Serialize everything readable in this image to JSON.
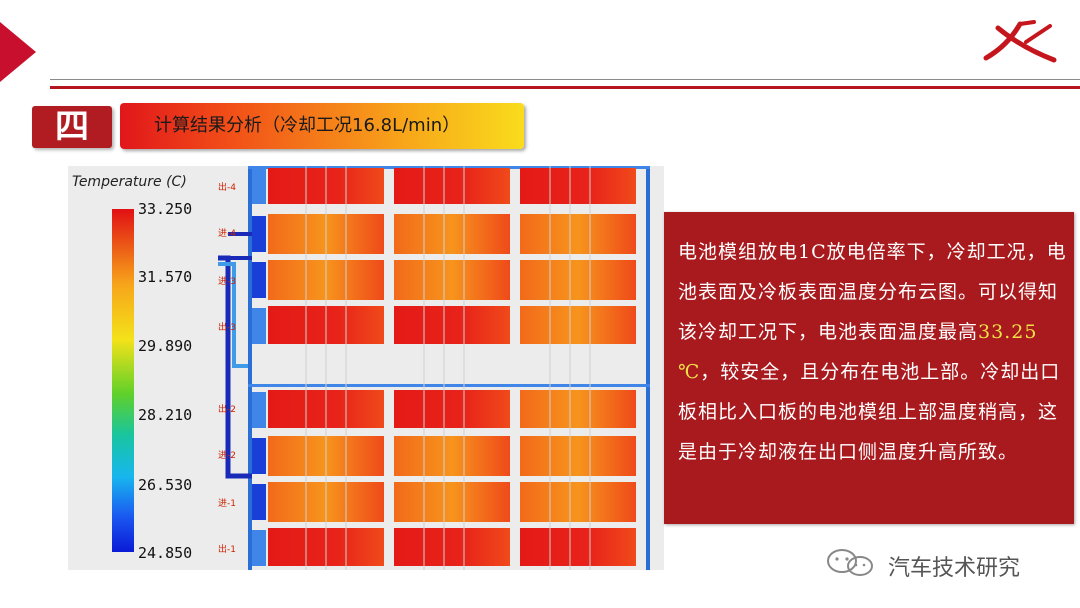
{
  "header": {
    "section_number": "四",
    "title": "计算结果分析（冷却工况16.8L/min）"
  },
  "legend": {
    "title": "Temperature (C)",
    "ticks": [
      "33.250",
      "31.570",
      "29.890",
      "28.210",
      "26.530",
      "24.850"
    ]
  },
  "contour": {
    "side_labels": [
      "出-4",
      "进-4",
      "进-3",
      "出-3",
      "出-2",
      "进-2",
      "进-1",
      "出-1"
    ]
  },
  "note": {
    "text_before": "电池模组放电1C放电倍率下，冷却工况，电池表面及冷板表面温度分布云图。可以得知该冷却工况下，电池表面温度最高",
    "highlight": "33.25 ℃",
    "text_after": "，较安全，且分布在电池上部。冷却出口板相比入口板的电池模组上部温度稍高，这是由于冷却液在出口侧温度升高所致。"
  },
  "watermark": {
    "text": "汽车技术研究"
  },
  "colors": {
    "accent": "#b5161e",
    "note_bg": "#a81a1d",
    "highlight": "#f2e04a"
  }
}
